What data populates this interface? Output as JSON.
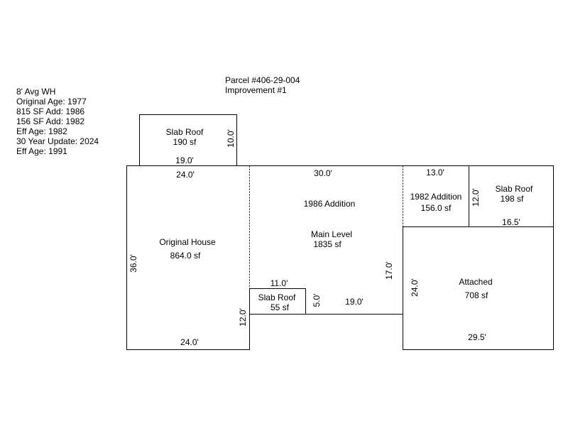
{
  "notes": [
    "8' Avg WH",
    "Original Age: 1977",
    "815 SF Add: 1986",
    "156 SF Add: 1982",
    "Eff Age: 1982",
    "30 Year Update: 2024",
    "Eff Age: 1991"
  ],
  "header": {
    "parcel": "Parcel #406-29-004",
    "improvement": "Improvement #1"
  },
  "areas": {
    "slab_roof_top": {
      "name": "Slab Roof",
      "area": "190 sf"
    },
    "original_house": {
      "name": "Original House",
      "area": "864.0 sf"
    },
    "addition_1986": {
      "name": "1986 Addition"
    },
    "main_level": {
      "name": "Main Level",
      "area": "1835 sf"
    },
    "addition_1982": {
      "name": "1982 Addition",
      "area": "156.0 sf"
    },
    "slab_roof_right": {
      "name": "Slab Roof",
      "area": "198 sf"
    },
    "attached": {
      "name": "Attached",
      "area": "708 sf"
    },
    "slab_roof_small": {
      "name": "Slab Roof",
      "area": "55 sf"
    }
  },
  "dimensions": {
    "slab_top_height": "10.0'",
    "slab_top_width": "19.0'",
    "orig_top": "24.0'",
    "orig_left": "36.0'",
    "orig_bottom": "24.0'",
    "orig_right_lower": "12.0'",
    "add1986_top": "30.0'",
    "add1982_top": "13.0'",
    "add1982_right": "12.0'",
    "slab_right_bottom": "16.5'",
    "main_right": "17.0'",
    "attached_left": "24.0'",
    "attached_bottom": "29.5'",
    "slab_small_top": "11.0'",
    "slab_small_right": "5.0'",
    "main_bottom": "19.0'"
  }
}
